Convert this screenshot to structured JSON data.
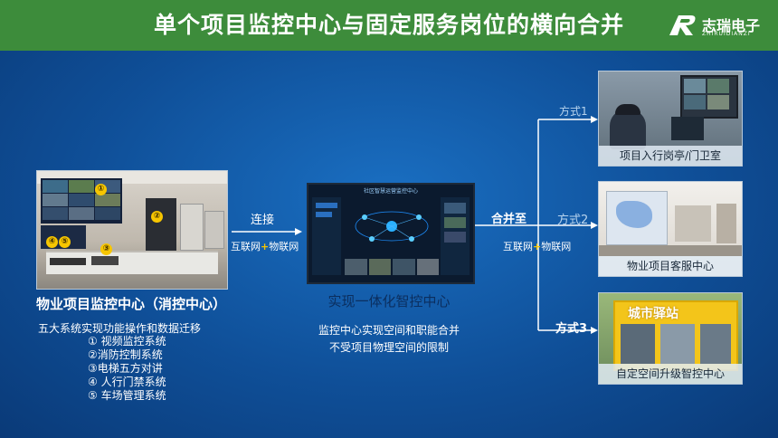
{
  "header": {
    "title": "单个项目监控中心与固定服务岗位的横向合并",
    "logo_text": "志瑞电子",
    "logo_sub": "ZHIRUIDIANZI"
  },
  "left": {
    "caption": "物业项目监控中心（消控中心）",
    "subtitle": "五大系统实现功能操作和数据迁移",
    "badges": [
      "①",
      "②",
      "④",
      "⑤",
      "③"
    ],
    "systems": [
      "① 视频监控系统",
      "②消防控制系统",
      "③电梯五方对讲",
      "④ 人行门禁系统",
      "⑤ 车场管理系统"
    ]
  },
  "conn1": {
    "label": "连接",
    "net_a": "互联网",
    "plus": "+",
    "net_b": "物联网"
  },
  "center": {
    "caption": "实现一体化智控中心",
    "screen_title": "社区智慧运营监控中心",
    "desc": [
      "监控中心实现空间和职能合并",
      "不受项目物理空间的限制"
    ]
  },
  "conn2": {
    "label": "合并至",
    "net_a": "互联网",
    "plus": "+",
    "net_b": "物联网"
  },
  "methods": [
    {
      "label": "方式1",
      "caption": "项目入行岗亭/门卫室"
    },
    {
      "label": "方式2",
      "caption": "物业项目客服中心"
    },
    {
      "label": "方式3",
      "caption": "自定空间升级智控中心",
      "sign": "城市驿站"
    }
  ]
}
